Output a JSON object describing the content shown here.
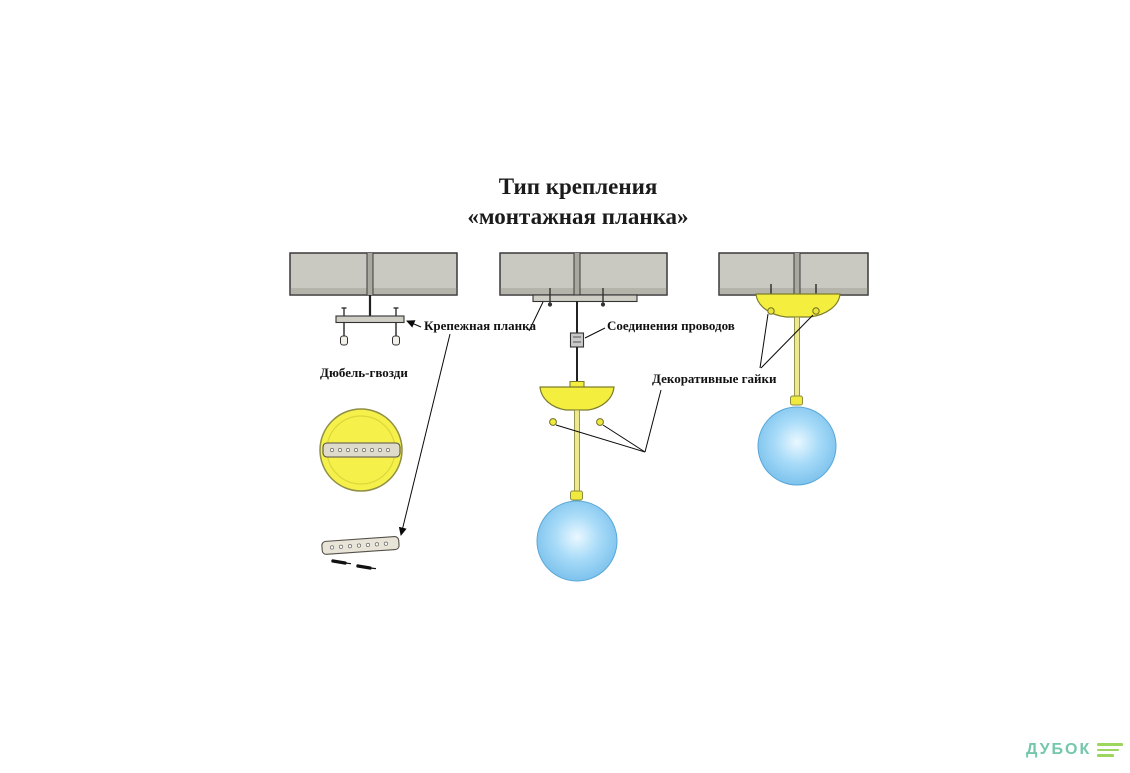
{
  "title": {
    "line1": "Тип крепления",
    "line2": "«монтажная планка»"
  },
  "labels": {
    "mounting_plate": "Крепежная планка",
    "dowel_nails": "Дюбель-гвозди",
    "wire_connections": "Соединения проводов",
    "decorative_nuts": "Декоративные гайки"
  },
  "watermark": {
    "brand": "ДУБОК"
  },
  "colors": {
    "canopy_yellow": "#f4ef3f",
    "glass_blue": "#8ecdf2",
    "ceiling_gray": "#c9c8c1",
    "logo_green": "#74c7ab",
    "text": "#1b1b1b"
  }
}
